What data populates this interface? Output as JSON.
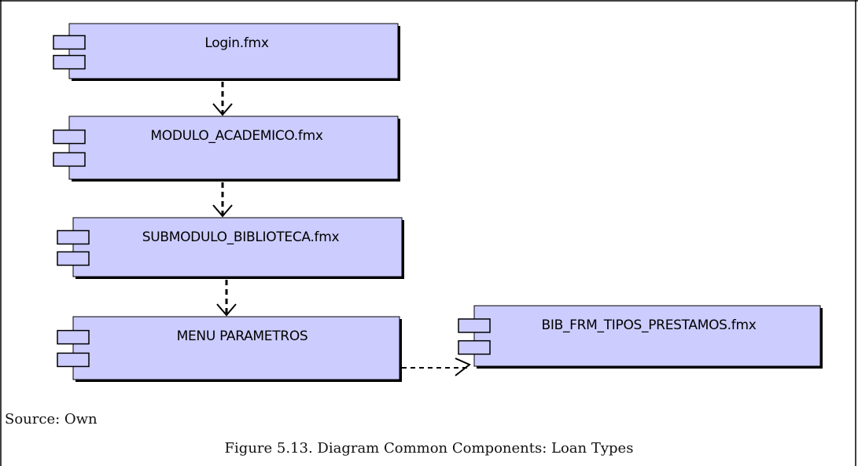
{
  "components": [
    {
      "id": "login",
      "label": "Login.fmx"
    },
    {
      "id": "academico",
      "label": "MODULO_ACADEMICO.fmx"
    },
    {
      "id": "biblioteca",
      "label": "SUBMODULO_BIBLIOTECA.fmx"
    },
    {
      "id": "menu",
      "label": "MENU PARAMETROS"
    },
    {
      "id": "tipos",
      "label": "BIB_FRM_TIPOS_PRESTAMOS.fmx"
    }
  ],
  "dependencies": [
    {
      "from": "login",
      "to": "academico"
    },
    {
      "from": "academico",
      "to": "biblioteca"
    },
    {
      "from": "biblioteca",
      "to": "menu"
    },
    {
      "from": "menu",
      "to": "tipos"
    }
  ],
  "source": "Source: Own",
  "caption": "Figure 5.13. Diagram Common Components: Loan Types",
  "colors": {
    "component_fill": "#ccccff",
    "shadow": "#000000",
    "line": "#000000"
  }
}
